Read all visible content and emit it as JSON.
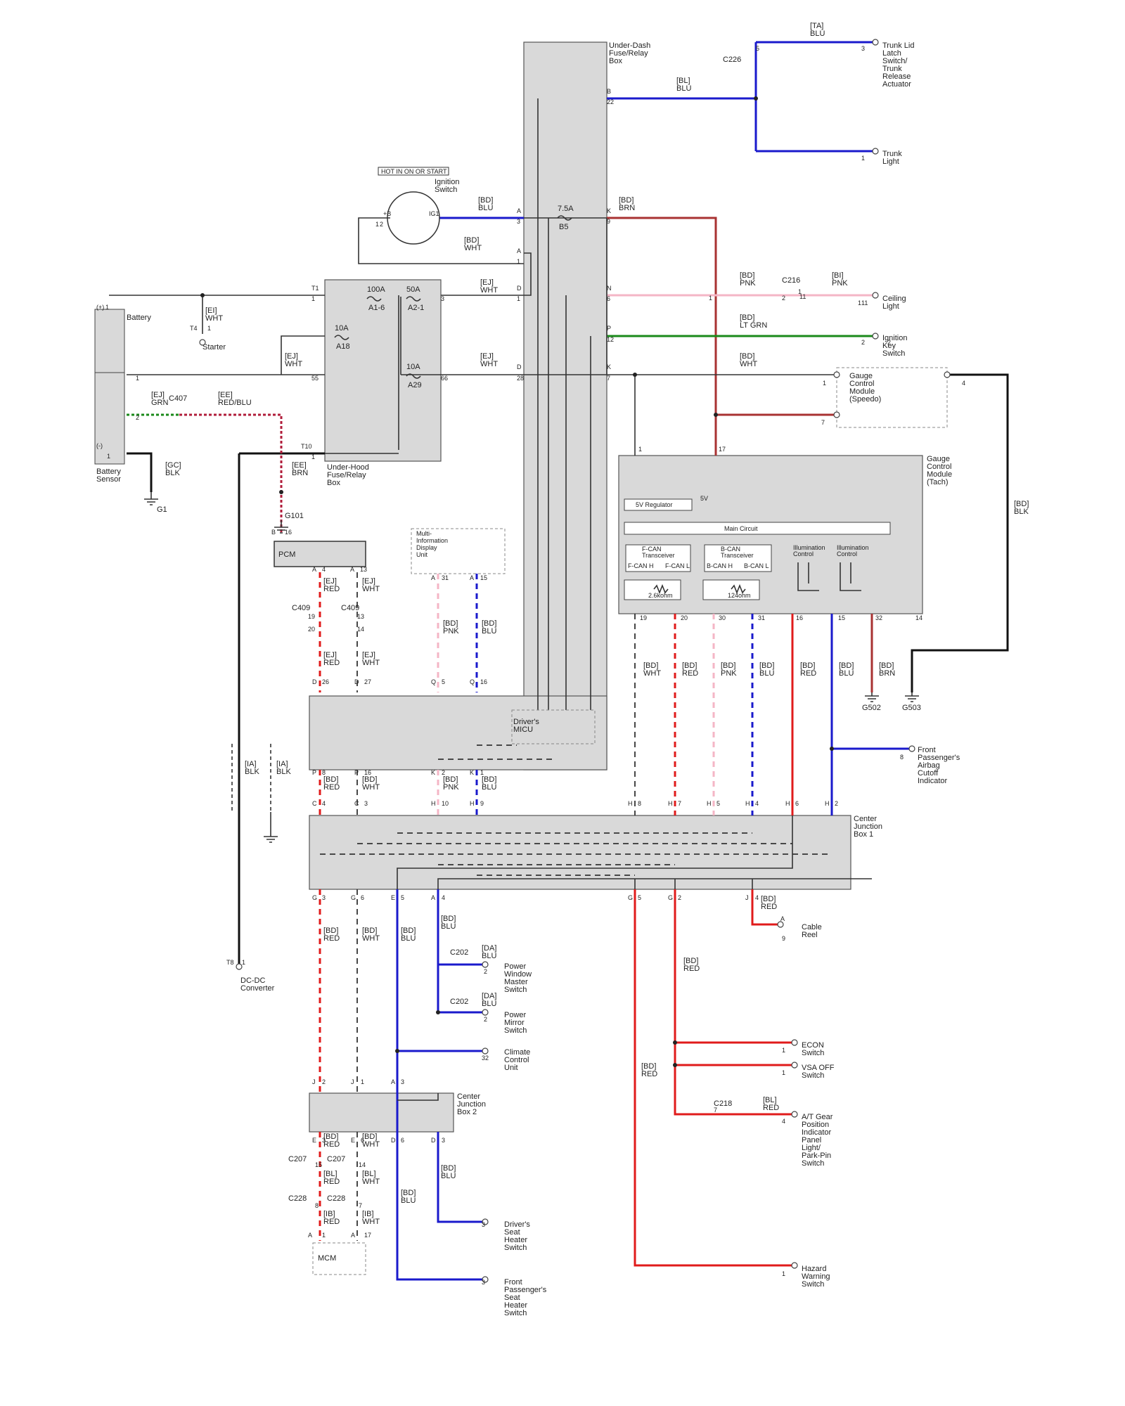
{
  "components": {
    "under_dash_box": [
      "Under-Dash",
      "Fuse/Relay",
      "Box"
    ],
    "under_hood_box": [
      "Under-Hood",
      "Fuse/Relay",
      "Box"
    ],
    "hot_in_label": "HOT IN ON OR START",
    "ignition_switch": [
      "Ignition",
      "Switch"
    ],
    "battery": "Battery",
    "battery_sensor": [
      "Battery",
      "Sensor"
    ],
    "starter": "Starter",
    "pcm": "PCM",
    "mid_unit": [
      "Multi-",
      "Information",
      "Display",
      "Unit"
    ],
    "drivers_micu": [
      "Driver's",
      "MICU"
    ],
    "gauge_speedo": [
      "Gauge",
      "Control",
      "Module",
      "(Speedo)"
    ],
    "gauge_tach": [
      "Gauge",
      "Control",
      "Module",
      "(Tach)"
    ],
    "regulator": "5V    Regulator",
    "reg_out": "5V",
    "main_circuit": "Main Circuit",
    "fcan": [
      "F-CAN",
      "Transceiver"
    ],
    "fcan_pins": [
      "F-CAN H",
      "F-CAN L"
    ],
    "bcan": [
      "B-CAN",
      "Transceiver"
    ],
    "bcan_pins": [
      "B-CAN H",
      "B-CAN L"
    ],
    "illum1": [
      "Illumination",
      "Control"
    ],
    "illum2": [
      "Illumination",
      "Control"
    ],
    "res1": "2.6kohm",
    "res2": "124ohm",
    "cjb1": [
      "Center",
      "Junction",
      "Box 1"
    ],
    "cjb2": [
      "Center",
      "Junction",
      "Box 2"
    ],
    "mcm": "MCM",
    "trunk_latch": [
      "Trunk Lid",
      "Latch",
      "Switch/",
      "Trunk",
      "Release",
      "Actuator"
    ],
    "trunk_light": [
      "Trunk",
      "Light"
    ],
    "ceiling_light": [
      "Ceiling",
      "Light"
    ],
    "ignition_key_switch": [
      "Ignition",
      "Key",
      "Switch"
    ],
    "front_pass_airbag": [
      "Front",
      "Passenger's",
      "Airbag",
      "Cutoff",
      "Indicator"
    ],
    "cable_reel": [
      "Cable",
      "Reel"
    ],
    "pw_master": [
      "Power",
      "Window",
      "Master",
      "Switch"
    ],
    "power_mirror": [
      "Power",
      "Mirror",
      "Switch"
    ],
    "climate": [
      "Climate",
      "Control",
      "Unit"
    ],
    "econ": [
      "ECON",
      "Switch"
    ],
    "vsa": [
      "VSA OFF",
      "Switch"
    ],
    "at_gear": [
      "A/T Gear",
      "Position",
      "Indicator",
      "Panel",
      "Light/",
      "Park-Pin",
      "Switch"
    ],
    "drivers_seat_heater": [
      "Driver's",
      "Seat",
      "Heater",
      "Switch"
    ],
    "front_pass_seat_heater": [
      "Front",
      "Passenger's",
      "Seat",
      "Heater",
      "Switch"
    ],
    "hazard": [
      "Hazard",
      "Warning",
      "Switch"
    ],
    "dcdc": [
      "DC-DC",
      "Converter"
    ]
  },
  "wire_labels": [
    {
      "code": "[TA]",
      "color": "BLU"
    },
    {
      "code": "[BL]",
      "color": "BLU"
    },
    {
      "code": "[BD]",
      "color": "BLU"
    },
    {
      "code": "[BD]",
      "color": "BRN"
    },
    {
      "code": "[BD]",
      "color": "WHT"
    },
    {
      "code": "[EJ]",
      "color": "WHT"
    },
    {
      "code": "[BD]",
      "color": "PNK"
    },
    {
      "code": "[BI]",
      "color": "PNK"
    },
    {
      "code": "[BD]",
      "color": "LT GRN"
    },
    {
      "code": "[EJ]",
      "color": "WHT"
    },
    {
      "code": "[BD]",
      "color": "WHT"
    },
    {
      "code": "[EI]",
      "color": "WHT"
    },
    {
      "code": "[EJ]",
      "color": "WHT"
    },
    {
      "code": "[EJ]",
      "color": "GRN"
    },
    {
      "code": "[EE]",
      "color": "RED/BLU"
    },
    {
      "code": "[GC]",
      "color": "BLK"
    },
    {
      "code": "[EE]",
      "color": "BRN"
    },
    {
      "code": "[EJ]",
      "color": "RED"
    },
    {
      "code": "[EJ]",
      "color": "WHT"
    },
    {
      "code": "[EJ]",
      "color": "RED"
    },
    {
      "code": "[EJ]",
      "color": "WHT"
    },
    {
      "code": "[BD]",
      "color": "PNK"
    },
    {
      "code": "[BD]",
      "color": "BLU"
    },
    {
      "code": "[BD]",
      "color": "WHT"
    },
    {
      "code": "[BD]",
      "color": "RED"
    },
    {
      "code": "[BD]",
      "color": "PNK"
    },
    {
      "code": "[BD]",
      "color": "BLU"
    },
    {
      "code": "[BD]",
      "color": "RED"
    },
    {
      "code": "[BD]",
      "color": "BLU"
    },
    {
      "code": "[BD]",
      "color": "BRN"
    },
    {
      "code": "[BD]",
      "color": "BLK"
    },
    {
      "code": "[IA]",
      "color": "BLK"
    },
    {
      "code": "[IA]",
      "color": "BLK"
    },
    {
      "code": "[BD]",
      "color": "RED"
    },
    {
      "code": "[BD]",
      "color": "WHT"
    },
    {
      "code": "[BD]",
      "color": "PNK"
    },
    {
      "code": "[BD]",
      "color": "BLU"
    },
    {
      "code": "[BD]",
      "color": "RED"
    },
    {
      "code": "[BD]",
      "color": "WHT"
    },
    {
      "code": "[BD]",
      "color": "BLU"
    },
    {
      "code": "[BD]",
      "color": "BLU"
    },
    {
      "code": "[DA]",
      "color": "BLU"
    },
    {
      "code": "[DA]",
      "color": "BLU"
    },
    {
      "code": "[BD]",
      "color": "RED"
    },
    {
      "code": "[BD]",
      "color": "RED"
    },
    {
      "code": "[BD]",
      "color": "RED"
    },
    {
      "code": "[BL]",
      "color": "RED"
    },
    {
      "code": "[BD]",
      "color": "RED"
    },
    {
      "code": "[BD]",
      "color": "WHT"
    },
    {
      "code": "[BL]",
      "color": "RED"
    },
    {
      "code": "[BL]",
      "color": "WHT"
    },
    {
      "code": "[IB]",
      "color": "RED"
    },
    {
      "code": "[IB]",
      "color": "WHT"
    },
    {
      "code": "[BD]",
      "color": "BLU"
    },
    {
      "code": "[BD]",
      "color": "BLU"
    }
  ],
  "connectors": [
    "C226",
    "C216",
    "C407",
    "C409",
    "C409",
    "C202",
    "C202",
    "C218",
    "C207",
    "C207",
    "C228",
    "C228"
  ],
  "grounds": [
    "G1",
    "G101",
    "G502",
    "G503"
  ],
  "fuses": [
    {
      "rating": "7.5A",
      "id": "B5"
    },
    {
      "rating": "100A",
      "id": "A1-6"
    },
    {
      "rating": "50A",
      "id": "A2-1"
    },
    {
      "rating": "10A",
      "id": "A18"
    },
    {
      "rating": "10A",
      "id": "A29"
    }
  ],
  "pins": [
    "B",
    "22",
    "A",
    "3",
    "K",
    "9",
    "A",
    "1",
    "T1",
    "1",
    "D",
    "1",
    "3",
    "N",
    "6",
    "P",
    "12",
    "D",
    "28",
    "K",
    "7",
    "55",
    "66",
    "T10",
    "1",
    "(+)",
    "1",
    "(-)",
    "1",
    "1",
    "2",
    "T4",
    "1",
    "2",
    "1",
    "+B",
    "IG1",
    "B",
    "16",
    "A",
    "4",
    "A",
    "13",
    "A",
    "31",
    "A",
    "15",
    "19",
    "20",
    "13",
    "14",
    "D",
    "26",
    "D",
    "27",
    "Q",
    "5",
    "Q",
    "16",
    "P",
    "8",
    "P",
    "16",
    "K",
    "2",
    "K",
    "1",
    "C",
    "4",
    "C",
    "3",
    "H",
    "10",
    "H",
    "9",
    "H",
    "8",
    "H",
    "7",
    "H",
    "5",
    "H",
    "4",
    "H",
    "6",
    "H",
    "2",
    "G",
    "3",
    "G",
    "6",
    "E",
    "5",
    "A",
    "4",
    "G",
    "5",
    "G",
    "2",
    "J",
    "4",
    "1",
    "17",
    "19",
    "20",
    "30",
    "31",
    "16",
    "15",
    "32",
    "14",
    "1",
    "7",
    "4",
    "3",
    "1",
    "11",
    "1",
    "2",
    "8",
    "5",
    "2",
    "2",
    "A",
    "9",
    "1",
    "2",
    "J",
    "2",
    "J",
    "1",
    "A",
    "3",
    "E",
    "3",
    "E",
    "6",
    "D",
    "6",
    "D",
    "3",
    "15",
    "14",
    "8",
    "7",
    "A",
    "1",
    "A",
    "17",
    "3",
    "3",
    "32",
    "1",
    "1",
    "7",
    "4",
    "1",
    "T8",
    "1",
    "2",
    "1",
    "11"
  ],
  "colors": {
    "blue": "#1a1acc",
    "red": "#e01b1b",
    "brown": "#a83232",
    "pink": "#f4b6c6",
    "green": "#1a8a1a",
    "ltgreen": "#6cc56c",
    "white": "#bbbbbb",
    "black": "#111111",
    "box": "#d9d9d9"
  }
}
